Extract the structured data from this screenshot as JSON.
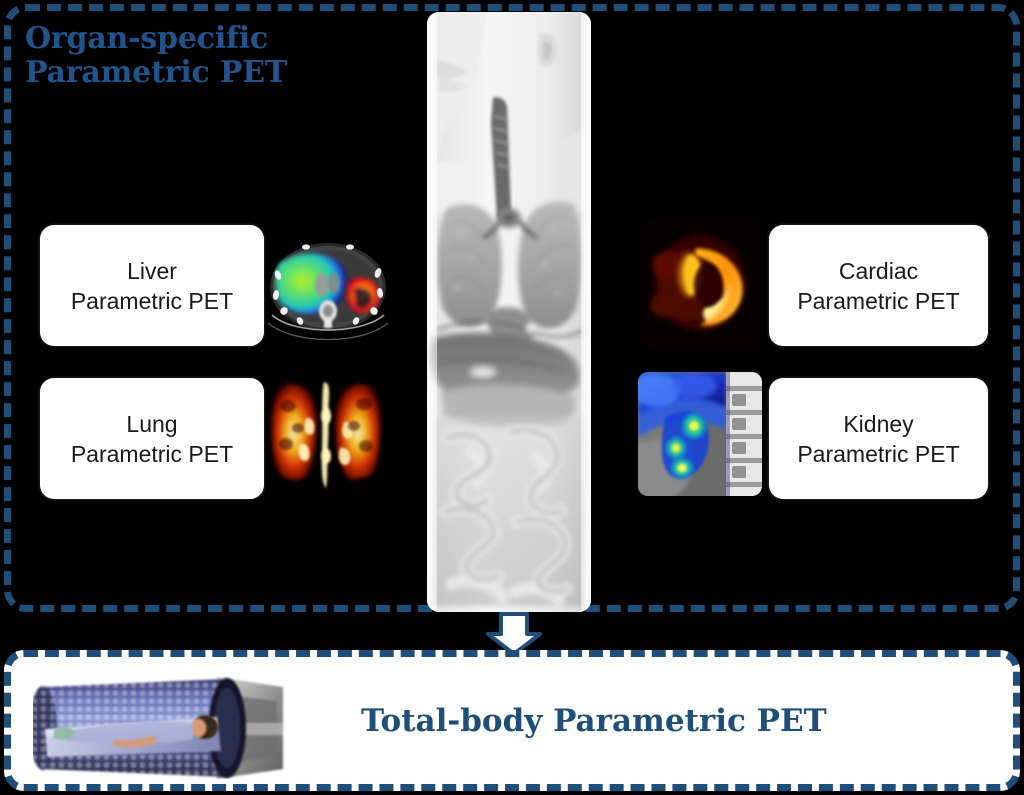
{
  "headline": "Organ-specific\nParametric PET",
  "theme": {
    "accent_blue": "#1F4E79",
    "headline_blue": "#21548A",
    "panel_background": "#000000",
    "label_background": "#FFFFFF",
    "label_text": "#1A1A1A"
  },
  "top_panel": {
    "left_column": [
      {
        "id": "liver",
        "label": "Liver\nParametric PET",
        "image_alt": "liver-parametric-pet-axial-fusion",
        "image_side": "right",
        "colormap": "jet-on-ct"
      },
      {
        "id": "lung",
        "label": "Lung\nParametric PET",
        "image_alt": "lung-parametric-pet-coronal",
        "image_side": "right",
        "colormap": "hot"
      }
    ],
    "right_column": [
      {
        "id": "cardiac",
        "label": "Cardiac\nParametric PET",
        "image_alt": "cardiac-parametric-pet-short-axis",
        "image_side": "left",
        "colormap": "hot"
      },
      {
        "id": "kidney",
        "label": "Kidney\nParametric PET",
        "image_alt": "kidney-parametric-pet-coronal-fusion",
        "image_side": "left",
        "colormap": "jet-on-ct"
      }
    ],
    "center_image_alt": "total-body-anatomy-grayscale-strip"
  },
  "arrow": {
    "icon": "down-arrow-icon",
    "direction": "down",
    "fill": "#FFFFFF",
    "stroke": "#1F4E79"
  },
  "bottom_panel": {
    "title": "Total-body Parametric PET",
    "image_alt": "total-body-pet-scanner-with-patient"
  }
}
